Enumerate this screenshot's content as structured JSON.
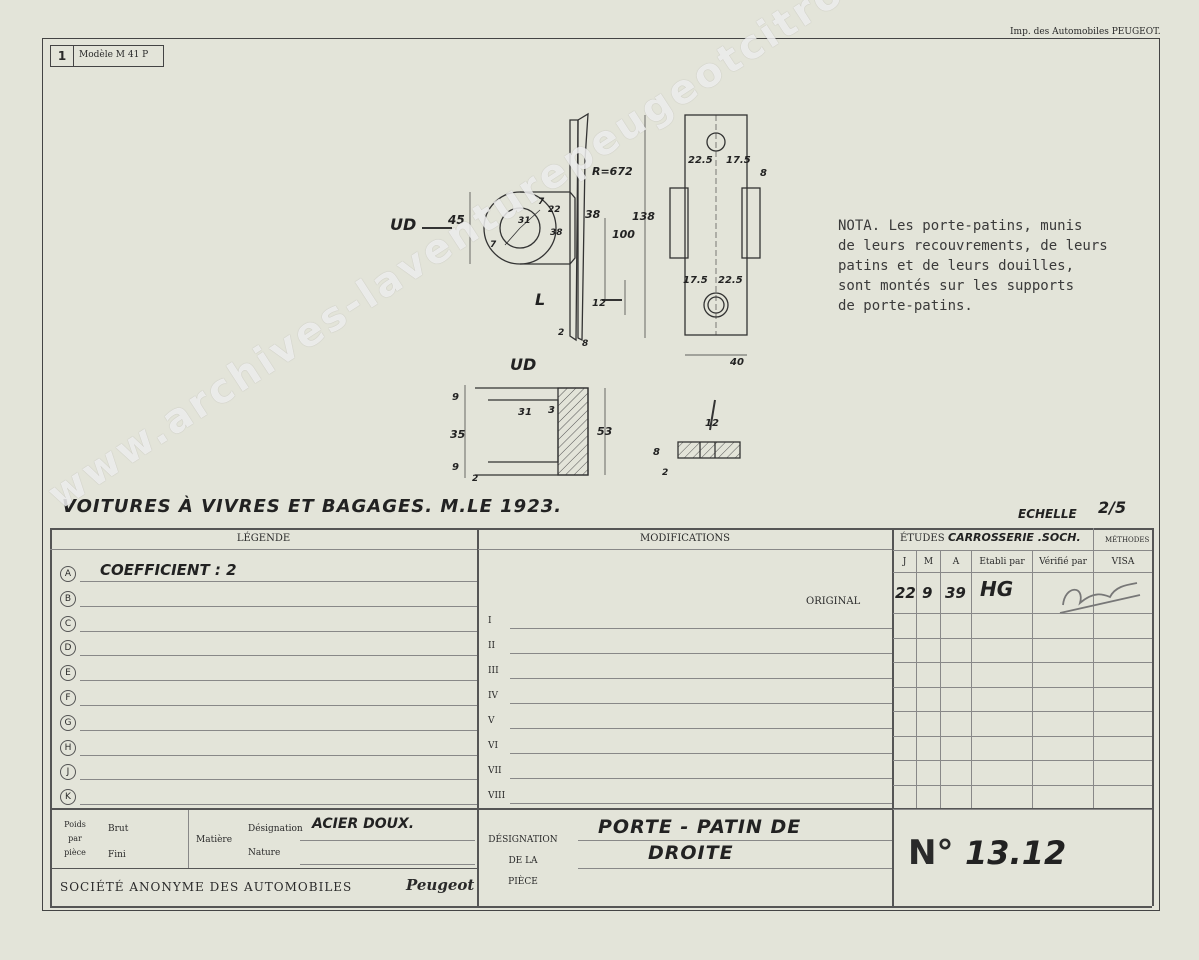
{
  "header": {
    "sheet_number": "1",
    "model": "Modèle M 41 P",
    "printer": "Imp. des Automobiles PEUGEOT."
  },
  "drawing": {
    "dimensions": {
      "r672": "R=672",
      "d45": "45",
      "d31": "31",
      "d22": "22",
      "d38a": "38",
      "d38b": "38",
      "d7a": "7",
      "d7b": "7",
      "d100": "100",
      "d138": "138",
      "d12": "12",
      "d2": "2",
      "d8": "8",
      "d225_top": "22.5",
      "d175_top": "17.5",
      "d8_right": "8",
      "d175_bottom": "17.5",
      "d225_bottom": "22.5",
      "d40": "40",
      "d9_top": "9",
      "d35": "35",
      "d9_bottom": "9",
      "d31_section": "31",
      "d3": "3",
      "d53": "53",
      "d2_section": "2",
      "d12_small": "12",
      "d8_small": "8",
      "d2_small": "2"
    },
    "note": "NOTA. Les porte-patins, munis\nde leurs recouvrements, de leurs\npatins et de leurs douilles,\nsont montés sur les supports\nde porte-patins."
  },
  "title_line": {
    "text": "VOITURES À VIVRES ET BAGAGES. M.LE 1923.",
    "scale_label": "ECHELLE",
    "scale_value": "2/5"
  },
  "legend": {
    "header": "LÉGENDE",
    "letters": [
      "A",
      "B",
      "C",
      "D",
      "E",
      "F",
      "G",
      "H",
      "J",
      "K"
    ],
    "entry_a": "COEFFICIENT : 2"
  },
  "modifications": {
    "header": "MODIFICATIONS",
    "original": "ORIGINAL",
    "rows": [
      "I",
      "II",
      "III",
      "IV",
      "V",
      "VI",
      "VII",
      "VIII"
    ]
  },
  "etudes": {
    "label": "ÉTUDES",
    "dept": "CARROSSERIE .SOCH.",
    "methodes": "MÉTHODES",
    "cols": {
      "j": "J",
      "m": "M",
      "a": "A",
      "etabli": "Etabli par",
      "verifie": "Vérifié par",
      "visa": "VISA"
    },
    "date": {
      "j": "22",
      "m": "9",
      "a": "39"
    },
    "etabli_sig": "HG"
  },
  "bottom": {
    "poids_label": "Poids par pièce",
    "brut": "Brut",
    "fini": "Fini",
    "matiere": "Matière",
    "designation_label": "Désignation",
    "nature_label": "Nature",
    "material": "ACIER DOUX.",
    "company": "SOCIÉTÉ ANONYME DES AUTOMOBILES",
    "logo": "Peugeot",
    "designation_piece_label": "DÉSIGNATION\nDE LA\nPIÈCE",
    "piece_line1": "PORTE - PATIN DE",
    "piece_line2": "DROITE",
    "number_prefix": "N°",
    "number": "13.12"
  },
  "watermark": "www.archives-laventurepeugeotcitroends.com"
}
